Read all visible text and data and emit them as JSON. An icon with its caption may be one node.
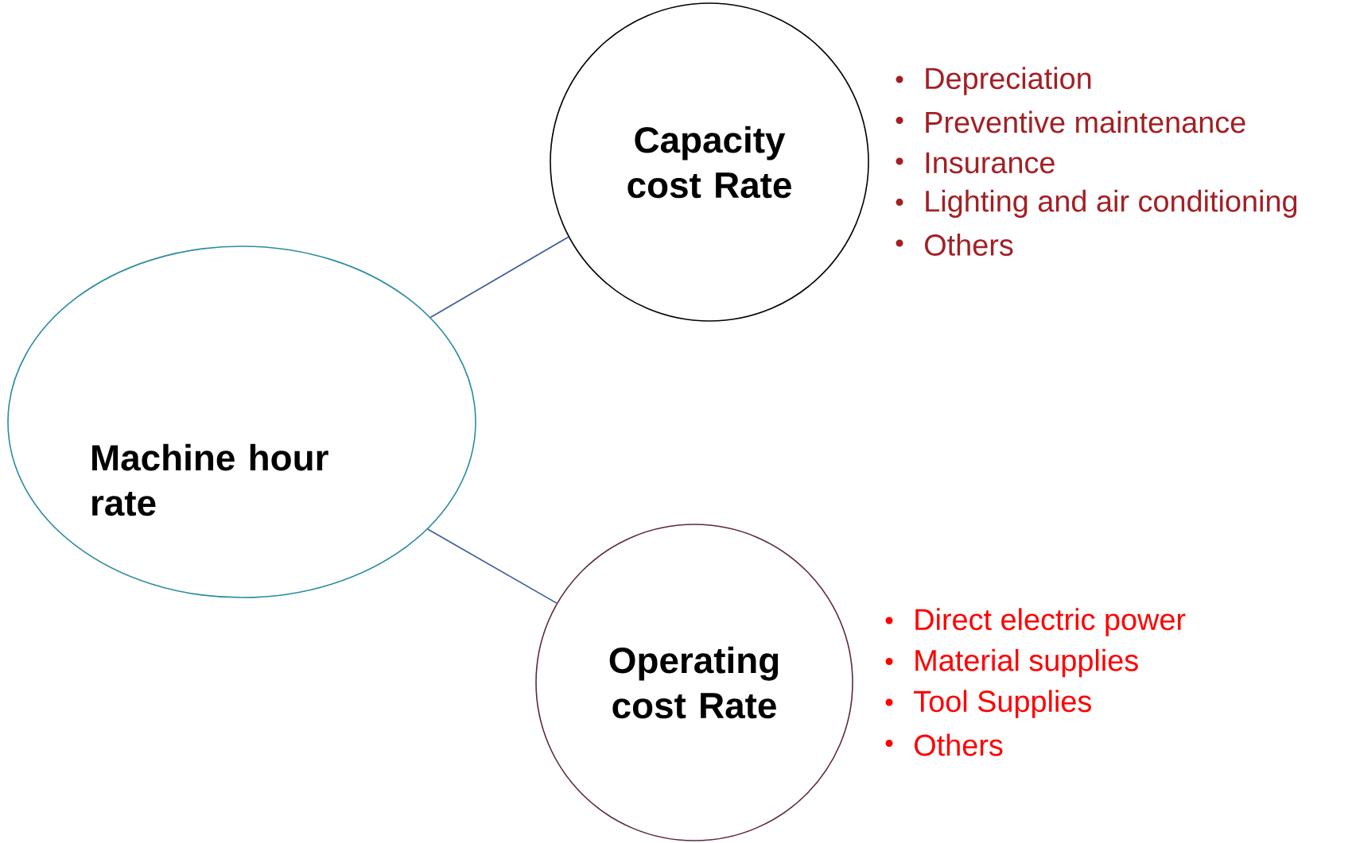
{
  "diagram": {
    "nodes": [
      {
        "text": [
          "Machine hour rate"
        ]
      },
      {
        "text": [
          "Capacity cost Rate"
        ],
        "beside": [
          "Depreciation",
          "Preventive maintenance",
          "Insurance",
          "Lighting and air conditioning",
          "Others"
        ]
      },
      {
        "text": [
          "Operating cost Rate"
        ],
        "beside": [
          "Direct electric power",
          "Material supplies",
          "Tool Supplies",
          "Others"
        ]
      }
    ],
    "edges": [
      {
        "from": 0,
        "to": 1,
        "arrow": "none"
      },
      {
        "from": 0,
        "to": 2,
        "arrow": "none"
      }
    ]
  }
}
